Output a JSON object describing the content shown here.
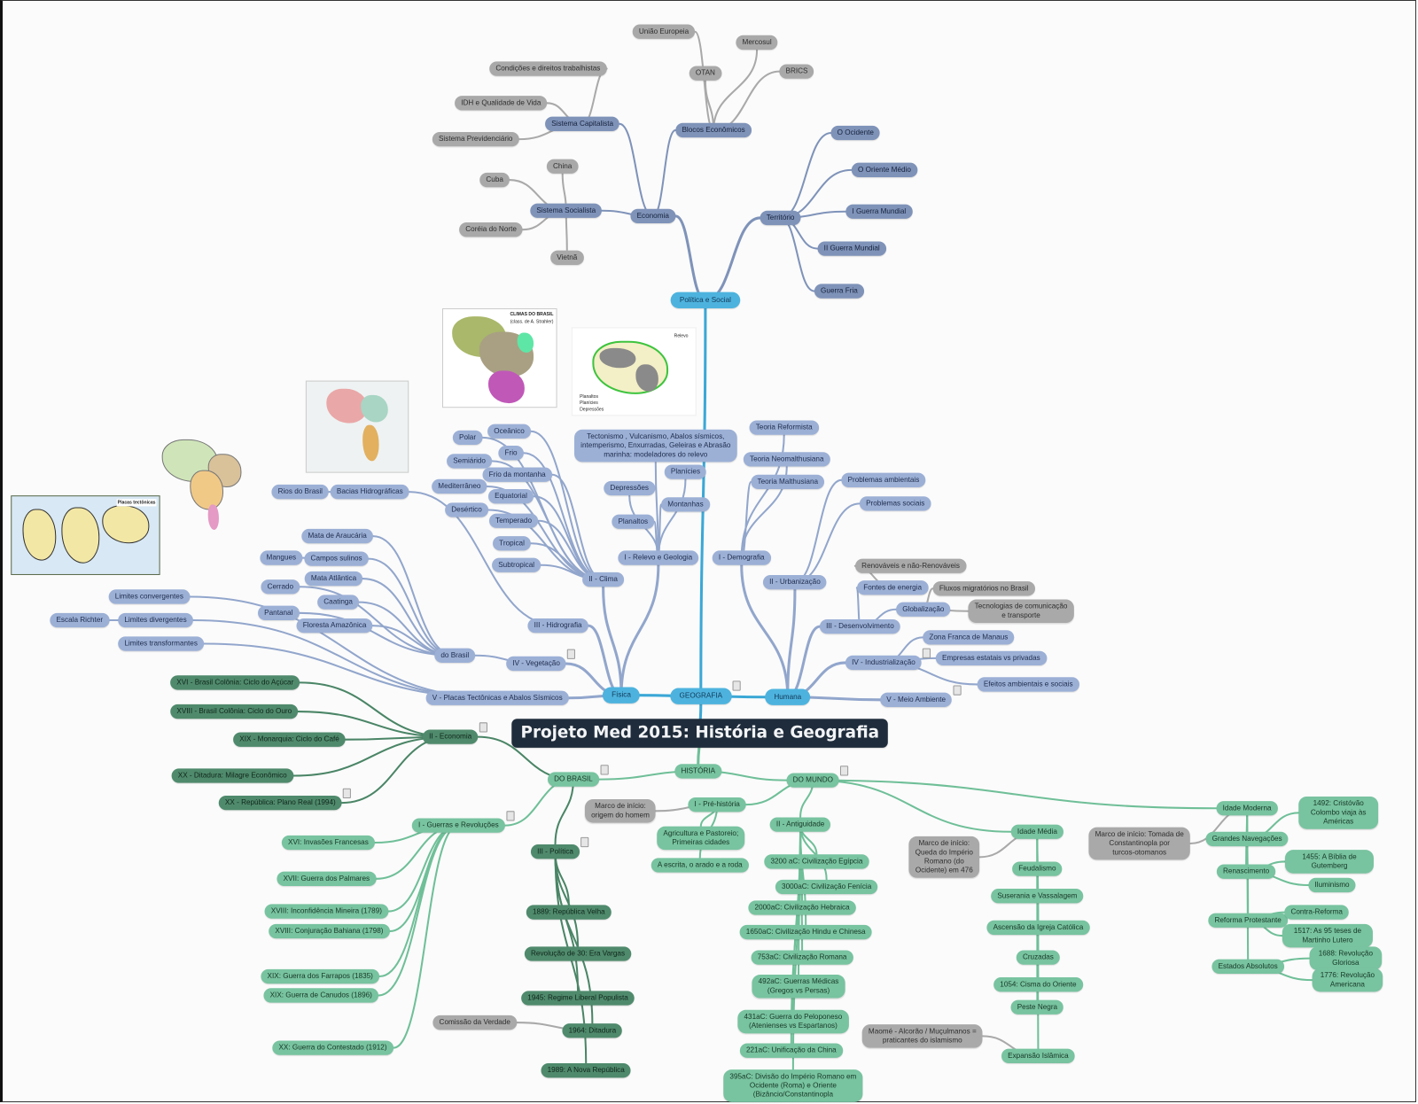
{
  "title": "Projeto Med 2015: História e Geografia",
  "colors": {
    "cyan": "#4db3de",
    "blue": "#9cb0d6",
    "blue_dark": "#7f93b9",
    "gray": "#a9a9a9",
    "green": "#78c3a0",
    "green_dark": "#4f8a6c",
    "title_bg": "#1f2c3b"
  },
  "maps": {
    "climas_title": "CLIMAS DO BRASIL",
    "climas_sub": "(class. de A. Strahler)",
    "relevo_title": "Relevo",
    "relevo_legend": [
      "Planaltos",
      "Planícies",
      "Depressões"
    ],
    "placas_title": "Placas tectônicas"
  },
  "nodes": [
    {
      "id": "root",
      "label": "Projeto Med 2015: História e Geografia",
      "parent": null,
      "kind": "title"
    },
    {
      "id": "geo",
      "label": "GEOGRAFIA",
      "parent": "root",
      "kind": "cyan"
    },
    {
      "id": "fis",
      "label": "Física",
      "parent": "geo",
      "kind": "cyan"
    },
    {
      "id": "hum",
      "label": "Humana",
      "parent": "geo",
      "kind": "cyan"
    },
    {
      "id": "pol",
      "label": "Política e Social",
      "parent": "geo",
      "kind": "cyan"
    },
    {
      "id": "eco",
      "label": "Economia",
      "parent": "pol",
      "kind": "bluem"
    },
    {
      "id": "ter",
      "label": "Território",
      "parent": "pol",
      "kind": "bluem"
    },
    {
      "id": "scap",
      "label": "Sistema Capitalista",
      "parent": "eco",
      "kind": "bluem"
    },
    {
      "id": "bloc",
      "label": "Blocos Econômicos",
      "parent": "eco",
      "kind": "bluem"
    },
    {
      "id": "ssoc",
      "label": "Sistema Socialista",
      "parent": "eco",
      "kind": "bluem"
    },
    {
      "id": "cond",
      "label": "Condições e direitos trabalhistas",
      "parent": "scap",
      "kind": "gray"
    },
    {
      "id": "idh",
      "label": "IDH e Qualidade de Vida",
      "parent": "scap",
      "kind": "gray"
    },
    {
      "id": "prev",
      "label": "Sistema Previdenciário",
      "parent": "scap",
      "kind": "gray"
    },
    {
      "id": "ue",
      "label": "União Europeia",
      "parent": "bloc",
      "kind": "gray"
    },
    {
      "id": "otan",
      "label": "OTAN",
      "parent": "bloc",
      "kind": "gray"
    },
    {
      "id": "merc",
      "label": "Mercosul",
      "parent": "bloc",
      "kind": "gray"
    },
    {
      "id": "brics",
      "label": "BRICS",
      "parent": "bloc",
      "kind": "gray"
    },
    {
      "id": "china",
      "label": "China",
      "parent": "ssoc",
      "kind": "gray"
    },
    {
      "id": "cuba",
      "label": "Cuba",
      "parent": "ssoc",
      "kind": "gray"
    },
    {
      "id": "corea",
      "label": "Coréia do Norte",
      "parent": "ssoc",
      "kind": "gray"
    },
    {
      "id": "viet",
      "label": "Vietnã",
      "parent": "ssoc",
      "kind": "gray"
    },
    {
      "id": "ocid",
      "label": "O Ocidente",
      "parent": "ter",
      "kind": "bluem"
    },
    {
      "id": "orie",
      "label": "O Oriente Médio",
      "parent": "ter",
      "kind": "bluem"
    },
    {
      "id": "gm1",
      "label": "I Guerra Mundial",
      "parent": "ter",
      "kind": "bluem"
    },
    {
      "id": "gm2",
      "label": "II Guerra Mundial",
      "parent": "ter",
      "kind": "bluem"
    },
    {
      "id": "gfria",
      "label": "Guerra Fria",
      "parent": "ter",
      "kind": "bluem"
    },
    {
      "id": "relevo",
      "label": "I - Relevo e Geologia",
      "parent": "fis",
      "kind": "blue"
    },
    {
      "id": "clima",
      "label": "II - Clima",
      "parent": "fis",
      "kind": "blue"
    },
    {
      "id": "hidro",
      "label": "III - Hidrografia",
      "parent": "fis",
      "kind": "blue"
    },
    {
      "id": "veg",
      "label": "IV - Vegetação",
      "parent": "fis",
      "kind": "blue"
    },
    {
      "id": "placas",
      "label": "V - Placas Tectônicas e Abalos Sísmicos",
      "parent": "fis",
      "kind": "blue"
    },
    {
      "id": "tect",
      "label": "Tectonismo , Vulcanismo, Abalos sísmicos,\nintemperismo, Enxurradas, Geleiras e Abrasão\nmarinha: modeladores do relevo",
      "parent": "relevo",
      "kind": "blue"
    },
    {
      "id": "plan",
      "label": "Planícies",
      "parent": "relevo",
      "kind": "blue"
    },
    {
      "id": "depr",
      "label": "Depressões",
      "parent": "relevo",
      "kind": "blue"
    },
    {
      "id": "mont",
      "label": "Montanhas",
      "parent": "relevo",
      "kind": "blue"
    },
    {
      "id": "planal",
      "label": "Planaltos",
      "parent": "relevo",
      "kind": "blue"
    },
    {
      "id": "ocea",
      "label": "Oceânico",
      "parent": "clima",
      "kind": "blue"
    },
    {
      "id": "polar",
      "label": "Polar",
      "parent": "clima",
      "kind": "blue"
    },
    {
      "id": "frio",
      "label": "Frio",
      "parent": "clima",
      "kind": "blue"
    },
    {
      "id": "semi",
      "label": "Semiárido",
      "parent": "clima",
      "kind": "blue"
    },
    {
      "id": "friom",
      "label": "Frio da montanha",
      "parent": "clima",
      "kind": "blue"
    },
    {
      "id": "medit",
      "label": "Mediterrâneo",
      "parent": "clima",
      "kind": "blue"
    },
    {
      "id": "equa",
      "label": "Equatorial",
      "parent": "clima",
      "kind": "blue"
    },
    {
      "id": "dese",
      "label": "Desértico",
      "parent": "clima",
      "kind": "blue"
    },
    {
      "id": "temp",
      "label": "Temperado",
      "parent": "clima",
      "kind": "blue"
    },
    {
      "id": "trop",
      "label": "Tropical",
      "parent": "clima",
      "kind": "blue"
    },
    {
      "id": "subt",
      "label": "Subtropical",
      "parent": "clima",
      "kind": "blue"
    },
    {
      "id": "bacias",
      "label": "Bacias Hidrográficas",
      "parent": "hidro",
      "kind": "blue"
    },
    {
      "id": "rios",
      "label": "Rios do Brasil",
      "parent": "bacias",
      "kind": "blue"
    },
    {
      "id": "dobr",
      "label": "do Brasil",
      "parent": "veg",
      "kind": "blue"
    },
    {
      "id": "arauc",
      "label": "Mata de Araucária",
      "parent": "dobr",
      "kind": "blue"
    },
    {
      "id": "campos",
      "label": "Campos sulinos",
      "parent": "dobr",
      "kind": "blue"
    },
    {
      "id": "mang",
      "label": "Mangues",
      "parent": "campos",
      "kind": "blue"
    },
    {
      "id": "atlan",
      "label": "Mata Atlântica",
      "parent": "dobr",
      "kind": "blue"
    },
    {
      "id": "cerr",
      "label": "Cerrado",
      "parent": "dobr",
      "kind": "blue"
    },
    {
      "id": "caat",
      "label": "Caatinga",
      "parent": "dobr",
      "kind": "blue"
    },
    {
      "id": "pant",
      "label": "Pantanal",
      "parent": "dobr",
      "kind": "blue"
    },
    {
      "id": "flor",
      "label": "Floresta Amazônica",
      "parent": "dobr",
      "kind": "blue"
    },
    {
      "id": "lconv",
      "label": "Limites convergentes",
      "parent": "placas",
      "kind": "blue"
    },
    {
      "id": "ldiv",
      "label": "Limites divergentes",
      "parent": "placas",
      "kind": "blue"
    },
    {
      "id": "richter",
      "label": "Escala Richter",
      "parent": "ldiv",
      "kind": "blue"
    },
    {
      "id": "ltrans",
      "label": "Limites transformantes",
      "parent": "placas",
      "kind": "blue"
    },
    {
      "id": "demo",
      "label": "I - Demografia",
      "parent": "hum",
      "kind": "blue"
    },
    {
      "id": "refor",
      "label": "Teoria Reformista",
      "parent": "demo",
      "kind": "blue"
    },
    {
      "id": "neom",
      "label": "Teoria Neomalthusiana",
      "parent": "demo",
      "kind": "blue"
    },
    {
      "id": "malt",
      "label": "Teoria Malthusiana",
      "parent": "demo",
      "kind": "blue"
    },
    {
      "id": "urb",
      "label": "II - Urbanização",
      "parent": "hum",
      "kind": "blue"
    },
    {
      "id": "pamb",
      "label": "Problemas ambientais",
      "parent": "urb",
      "kind": "blue"
    },
    {
      "id": "psoc",
      "label": "Problemas sociais",
      "parent": "urb",
      "kind": "blue"
    },
    {
      "id": "desen",
      "label": "III - Desenvolvimento",
      "parent": "hum",
      "kind": "blue"
    },
    {
      "id": "fontes",
      "label": "Fontes de energia",
      "parent": "desen",
      "kind": "blue"
    },
    {
      "id": "renov",
      "label": "Renováveis e não-Renováveis",
      "parent": "fontes",
      "kind": "gray"
    },
    {
      "id": "glob",
      "label": "Globalização",
      "parent": "desen",
      "kind": "blue"
    },
    {
      "id": "fluxos",
      "label": "Fluxos migratórios no Brasil",
      "parent": "glob",
      "kind": "gray"
    },
    {
      "id": "tecno",
      "label": "Tecnologias de comunicação\ne transporte",
      "parent": "glob",
      "kind": "gray"
    },
    {
      "id": "indus",
      "label": "IV - Industrialização",
      "parent": "hum",
      "kind": "blue"
    },
    {
      "id": "zona",
      "label": "Zona Franca de Manaus",
      "parent": "indus",
      "kind": "blue"
    },
    {
      "id": "empr",
      "label": "Empresas estatais vs privadas",
      "parent": "indus",
      "kind": "blue"
    },
    {
      "id": "efei",
      "label": "Efeitos ambientais e sociais",
      "parent": "indus",
      "kind": "blue"
    },
    {
      "id": "meio",
      "label": "V - Meio Ambiente",
      "parent": "hum",
      "kind": "blue"
    },
    {
      "id": "hist",
      "label": "HISTÓRIA",
      "parent": "root",
      "kind": "green"
    },
    {
      "id": "hbr",
      "label": "DO BRASIL",
      "parent": "hist",
      "kind": "green"
    },
    {
      "id": "hmu",
      "label": "DO MUNDO",
      "parent": "hist",
      "kind": "green"
    },
    {
      "id": "heco",
      "label": "II - Economia",
      "parent": "hbr",
      "kind": "dgreen"
    },
    {
      "id": "acuc",
      "label": "XVI - Brasil Colônia: Ciclo do Açúcar",
      "parent": "heco",
      "kind": "dgreen"
    },
    {
      "id": "ouro",
      "label": "XVIII - Brasil Colônia: Ciclo do Ouro",
      "parent": "heco",
      "kind": "dgreen"
    },
    {
      "id": "cafe",
      "label": "XIX - Monarquia: Ciclo do Café",
      "parent": "heco",
      "kind": "dgreen"
    },
    {
      "id": "milag",
      "label": "XX - Ditadura: Milagre Econômico",
      "parent": "heco",
      "kind": "dgreen"
    },
    {
      "id": "real",
      "label": "XX - República: Plano Real (1994)",
      "parent": "heco",
      "kind": "dgreen"
    },
    {
      "id": "guer",
      "label": "I - Guerras e Revoluções",
      "parent": "hbr",
      "kind": "green"
    },
    {
      "id": "g1",
      "label": "XVI: Invasões Francesas",
      "parent": "guer",
      "kind": "green"
    },
    {
      "id": "g2",
      "label": "XVII: Guerra dos Palmares",
      "parent": "guer",
      "kind": "green"
    },
    {
      "id": "g3",
      "label": "XVIII: Inconfidência Mineira (1789)",
      "parent": "guer",
      "kind": "green"
    },
    {
      "id": "g4",
      "label": "XVIII: Conjuração Bahiana (1798)",
      "parent": "guer",
      "kind": "green"
    },
    {
      "id": "g5",
      "label": "XIX: Guerra dos Farrapos (1835)",
      "parent": "guer",
      "kind": "green"
    },
    {
      "id": "g6",
      "label": "XIX: Guerra de Canudos (1896)",
      "parent": "guer",
      "kind": "green"
    },
    {
      "id": "g7",
      "label": "XX: Guerra do Contestado (1912)",
      "parent": "guer",
      "kind": "green"
    },
    {
      "id": "hpol",
      "label": "III - Política",
      "parent": "hbr",
      "kind": "dgreen"
    },
    {
      "id": "p1",
      "label": "1889: República Velha",
      "parent": "hpol",
      "kind": "dgreen"
    },
    {
      "id": "p2",
      "label": "Revolução de 30: Era Vargas",
      "parent": "hpol",
      "kind": "dgreen"
    },
    {
      "id": "p3",
      "label": "1945: Regime Liberal Populista",
      "parent": "hpol",
      "kind": "dgreen"
    },
    {
      "id": "p4",
      "label": "1964: Ditadura",
      "parent": "hpol",
      "kind": "dgreen"
    },
    {
      "id": "comis",
      "label": "Comissão da Verdade",
      "parent": "p4",
      "kind": "gray"
    },
    {
      "id": "p5",
      "label": "1989: A Nova República",
      "parent": "hpol",
      "kind": "dgreen"
    },
    {
      "id": "pre",
      "label": "I - Pré-história",
      "parent": "hmu",
      "kind": "green"
    },
    {
      "id": "marco1",
      "label": "Marco de início:\norigem do homem",
      "parent": "pre",
      "kind": "gray"
    },
    {
      "id": "agri",
      "label": "Agricultura e Pastoreio;\nPrimeiras cidades",
      "parent": "pre",
      "kind": "green"
    },
    {
      "id": "escr",
      "label": "A escrita, o arado e a roda",
      "parent": "pre",
      "kind": "green"
    },
    {
      "id": "anti",
      "label": "II - Antiguidade",
      "parent": "hmu",
      "kind": "green"
    },
    {
      "id": "a1",
      "label": "3200 aC: Civilização Egípcia",
      "parent": "anti",
      "kind": "green"
    },
    {
      "id": "a2",
      "label": "3000aC: Civilização Fenícia",
      "parent": "anti",
      "kind": "green"
    },
    {
      "id": "a3",
      "label": "2000aC: Civilização Hebraica",
      "parent": "anti",
      "kind": "green"
    },
    {
      "id": "a4",
      "label": "1650aC: Civilização Hindu e Chinesa",
      "parent": "anti",
      "kind": "green"
    },
    {
      "id": "a5",
      "label": "753aC: Civilização Romana",
      "parent": "anti",
      "kind": "green"
    },
    {
      "id": "a6",
      "label": "492aC: Guerras Médicas\n(Gregos vs Persas)",
      "parent": "anti",
      "kind": "green"
    },
    {
      "id": "a7",
      "label": "431aC: Guerra do Peloponeso\n(Atenienses vs Espartanos)",
      "parent": "anti",
      "kind": "green"
    },
    {
      "id": "a8",
      "label": "221aC: Unificação da China",
      "parent": "anti",
      "kind": "green"
    },
    {
      "id": "a9",
      "label": "395aC: Divisão do Império Romano em\nOcidente (Roma) e Oriente\n(Bizâncio/Constantinopla",
      "parent": "anti",
      "kind": "green"
    },
    {
      "id": "med",
      "label": "Idade Média",
      "parent": "hmu",
      "kind": "green"
    },
    {
      "id": "marco2",
      "label": "Marco de início:\nQueda do Império\nRomano (do\nOcidente) em 476",
      "parent": "med",
      "kind": "gray"
    },
    {
      "id": "m1",
      "label": "Feudalismo",
      "parent": "med",
      "kind": "green"
    },
    {
      "id": "m2",
      "label": "Suserania e Vassalagem",
      "parent": "med",
      "kind": "green"
    },
    {
      "id": "m3",
      "label": "Ascensão da Igreja Católica",
      "parent": "med",
      "kind": "green"
    },
    {
      "id": "m4",
      "label": "Cruzadas",
      "parent": "med",
      "kind": "green"
    },
    {
      "id": "m5",
      "label": "1054: Cisma do Oriente",
      "parent": "med",
      "kind": "green"
    },
    {
      "id": "m6",
      "label": "Peste Negra",
      "parent": "med",
      "kind": "green"
    },
    {
      "id": "m7",
      "label": "Expansão Islâmica",
      "parent": "med",
      "kind": "green"
    },
    {
      "id": "maome",
      "label": "Maomé - Alcorão / Muçulmanos =\npraticantes do islamismo",
      "parent": "m7",
      "kind": "gray"
    },
    {
      "id": "mod",
      "label": "Idade Moderna",
      "parent": "hmu",
      "kind": "green"
    },
    {
      "id": "marco3",
      "label": "Marco de início: Tomada de\nConstantinopla por\nturcos-otomanos",
      "parent": "mod",
      "kind": "gray"
    },
    {
      "id": "nav",
      "label": "Grandes Navegações",
      "parent": "mod",
      "kind": "green"
    },
    {
      "id": "colom",
      "label": "1492: Cristóvão Colombo viaja às\nAméricas",
      "parent": "nav",
      "kind": "green"
    },
    {
      "id": "renas",
      "label": "Renascimento",
      "parent": "mod",
      "kind": "green"
    },
    {
      "id": "bibl",
      "label": "1455: A Bíblia de Gutemberg",
      "parent": "renas",
      "kind": "green"
    },
    {
      "id": "ilum",
      "label": "Iluminismo",
      "parent": "renas",
      "kind": "green"
    },
    {
      "id": "refp",
      "label": "Reforma Protestante",
      "parent": "mod",
      "kind": "green"
    },
    {
      "id": "contra",
      "label": "Contra-Reforma",
      "parent": "refp",
      "kind": "green"
    },
    {
      "id": "lutero",
      "label": "1517: As 95 teses de Martinho Lutero",
      "parent": "refp",
      "kind": "green"
    },
    {
      "id": "estab",
      "label": "Estados Absolutos",
      "parent": "mod",
      "kind": "green"
    },
    {
      "id": "glor",
      "label": "1688: Revolução Gloriosa",
      "parent": "estab",
      "kind": "green"
    },
    {
      "id": "amer",
      "label": "1776: Revolução Americana",
      "parent": "estab",
      "kind": "green"
    }
  ]
}
